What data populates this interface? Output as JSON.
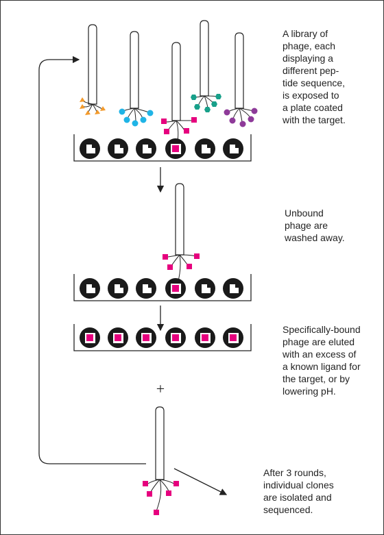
{
  "captions": {
    "library": "A library of\nphage, each\ndisplaying a\ndifferent pep-\ntide sequence,\nis exposed to\na plate coated\nwith the target.",
    "unbound": "Unbound\nphage are\nwashed away.",
    "eluted": "Specifically-bound\nphage are eluted\nwith an excess of\na known ligand for\nthe target, or by\nlowering pH.",
    "rounds": "After 3 rounds,\nindividual clones\nare isolated and\nsequenced."
  },
  "plus_sign": "+",
  "colors": {
    "tag_orange": "#f39a2b",
    "tag_blue": "#1fb4e6",
    "tag_teal": "#18a08a",
    "tag_purple": "#8e3a99",
    "tag_magenta": "#e6007e",
    "target_black": "#1a1a1a",
    "line": "#222222"
  },
  "icons": [
    "phage-icon",
    "target-well-icon",
    "arrow-down-icon",
    "loop-arrow-icon"
  ]
}
